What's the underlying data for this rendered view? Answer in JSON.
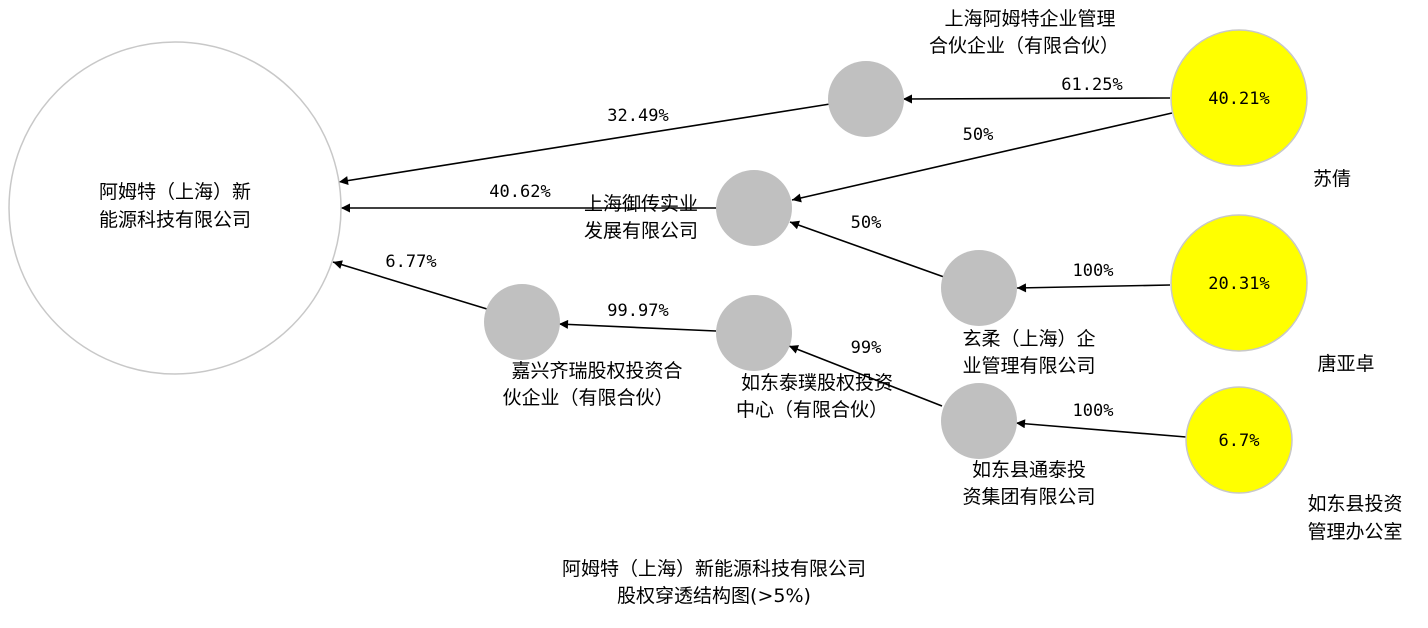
{
  "colors": {
    "person_fill": "#ffff00",
    "person_stroke": "#c8c8c8",
    "company_fill": "#c0c0c0",
    "target_fill": "#ffffff",
    "target_stroke": "#c8c8c8",
    "edge": "#000000"
  },
  "nodes": {
    "target": {
      "lines": [
        "阿姆特（上海）新",
        "能源科技有限公司"
      ]
    },
    "amt_partnership": {
      "lines": [
        "上海阿姆特企业管理",
        "合伙企业（有限合伙）"
      ]
    },
    "yuchuan": {
      "lines": [
        "上海御传实业",
        "发展有限公司"
      ]
    },
    "xuanrou": {
      "lines": [
        "玄柔（上海）企",
        "业管理有限公司"
      ]
    },
    "jiaxing_qirui": {
      "lines": [
        "嘉兴齐瑞股权投资合",
        "伙企业（有限合伙）"
      ]
    },
    "rudong_taipu": {
      "lines": [
        "如东泰璞股权投资",
        "中心（有限合伙）"
      ]
    },
    "rudong_tongtai": {
      "lines": [
        "如东县通泰投",
        "资集团有限公司"
      ]
    },
    "su_qian": {
      "name": "苏倩",
      "percent": "40.21%"
    },
    "tang_yazhuo": {
      "name": "唐亚卓",
      "percent": "20.31%"
    },
    "rudong_office": {
      "lines": [
        "如东县投资",
        "管理办公室"
      ],
      "percent": "6.7%"
    }
  },
  "edges": [
    {
      "from": "su_qian",
      "to": "amt_partnership",
      "label": "61.25%"
    },
    {
      "from": "su_qian",
      "to": "yuchuan",
      "label": "50%"
    },
    {
      "from": "amt_partnership",
      "to": "target",
      "label": "32.49%"
    },
    {
      "from": "yuchuan",
      "to": "target",
      "label": "40.62%"
    },
    {
      "from": "xuanrou",
      "to": "yuchuan",
      "label": "50%"
    },
    {
      "from": "tang_yazhuo",
      "to": "xuanrou",
      "label": "100%"
    },
    {
      "from": "jiaxing_qirui",
      "to": "target",
      "label": "6.77%"
    },
    {
      "from": "rudong_taipu",
      "to": "jiaxing_qirui",
      "label": "99.97%"
    },
    {
      "from": "rudong_tongtai",
      "to": "rudong_taipu",
      "label": "99%"
    },
    {
      "from": "rudong_office",
      "to": "rudong_tongtai",
      "label": "100%"
    }
  ],
  "caption": {
    "line1": "阿姆特（上海）新能源科技有限公司",
    "line2": "股权穿透结构图(>5%)"
  }
}
